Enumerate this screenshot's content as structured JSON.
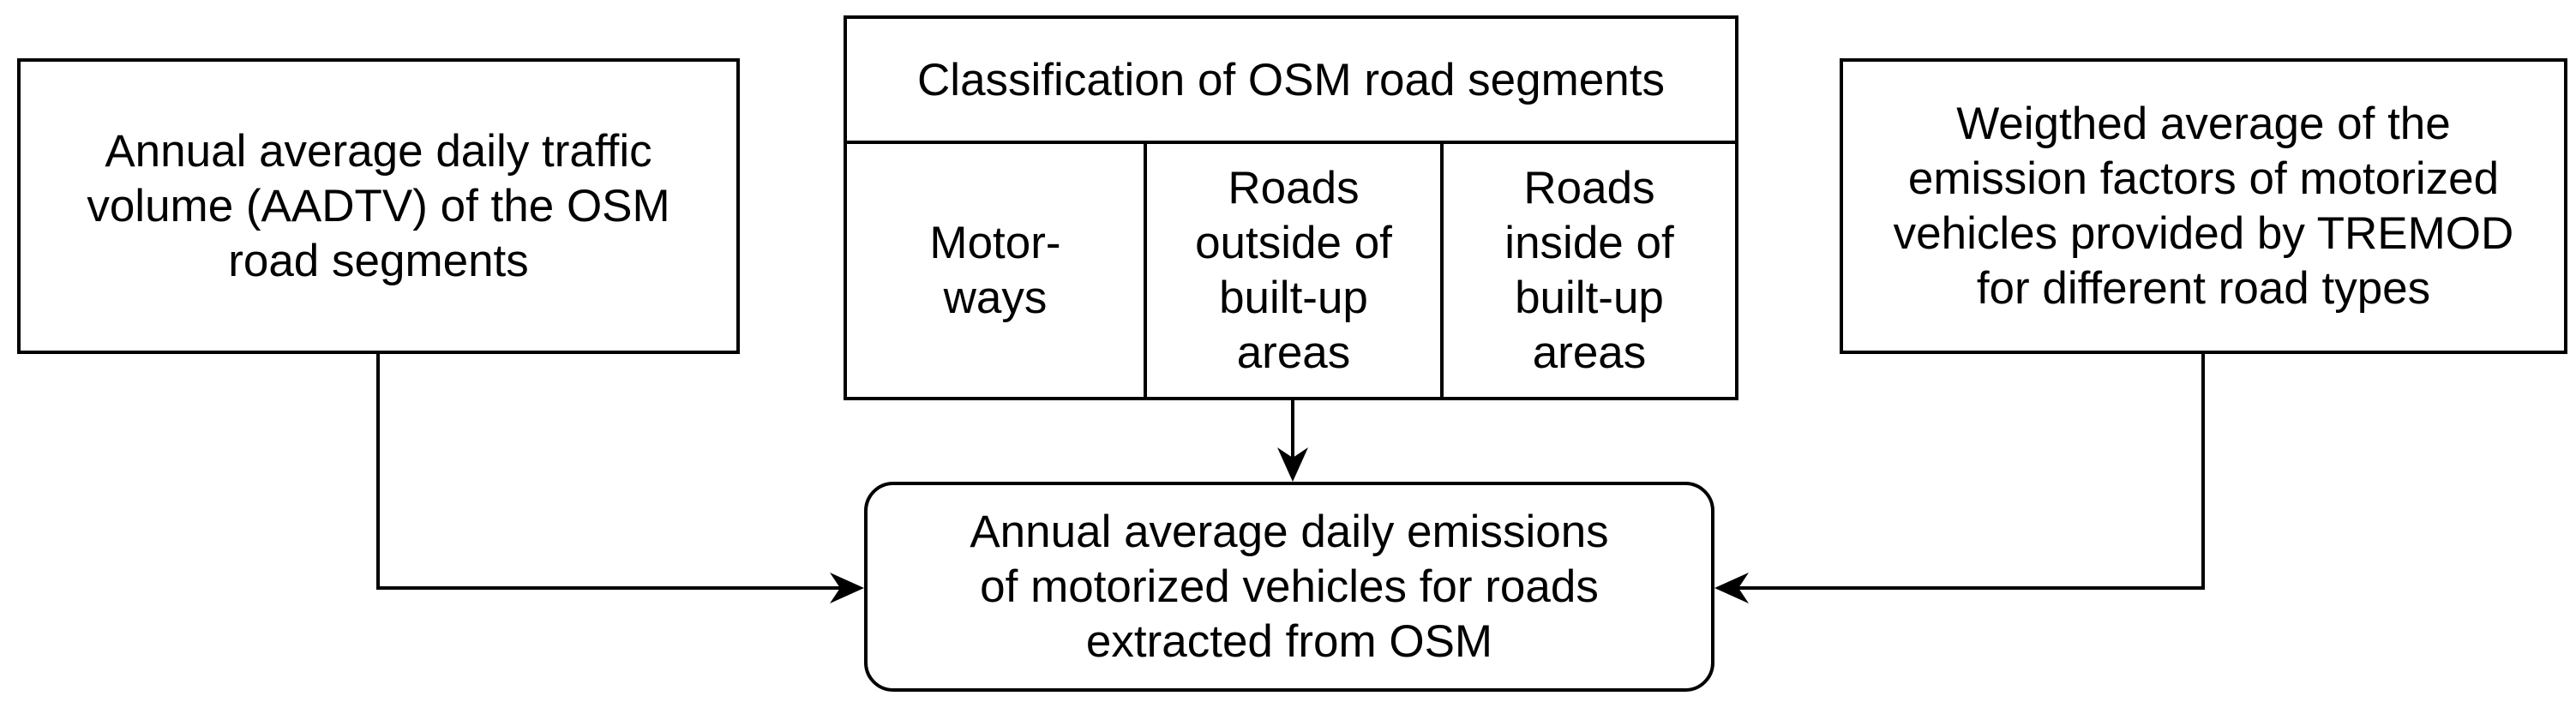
{
  "boxes": {
    "aadtv": "Annual average daily traffic\nvolume (AADTV) of the OSM\nroad segments",
    "emission_factors": "Weigthed average of the\nemission factors of motorized\nvehicles provided by TREMOD\nfor different road types",
    "result": "Annual average daily emissions\nof motorized vehicles for roads\nextracted from OSM"
  },
  "classification": {
    "title": "Classification of OSM road segments",
    "categories": [
      "Motor-\nways",
      "Roads\noutside of\nbuilt-up\nareas",
      "Roads\ninside of\nbuilt-up\nareas"
    ]
  },
  "colors": {
    "stroke": "#000000",
    "background": "#ffffff"
  }
}
